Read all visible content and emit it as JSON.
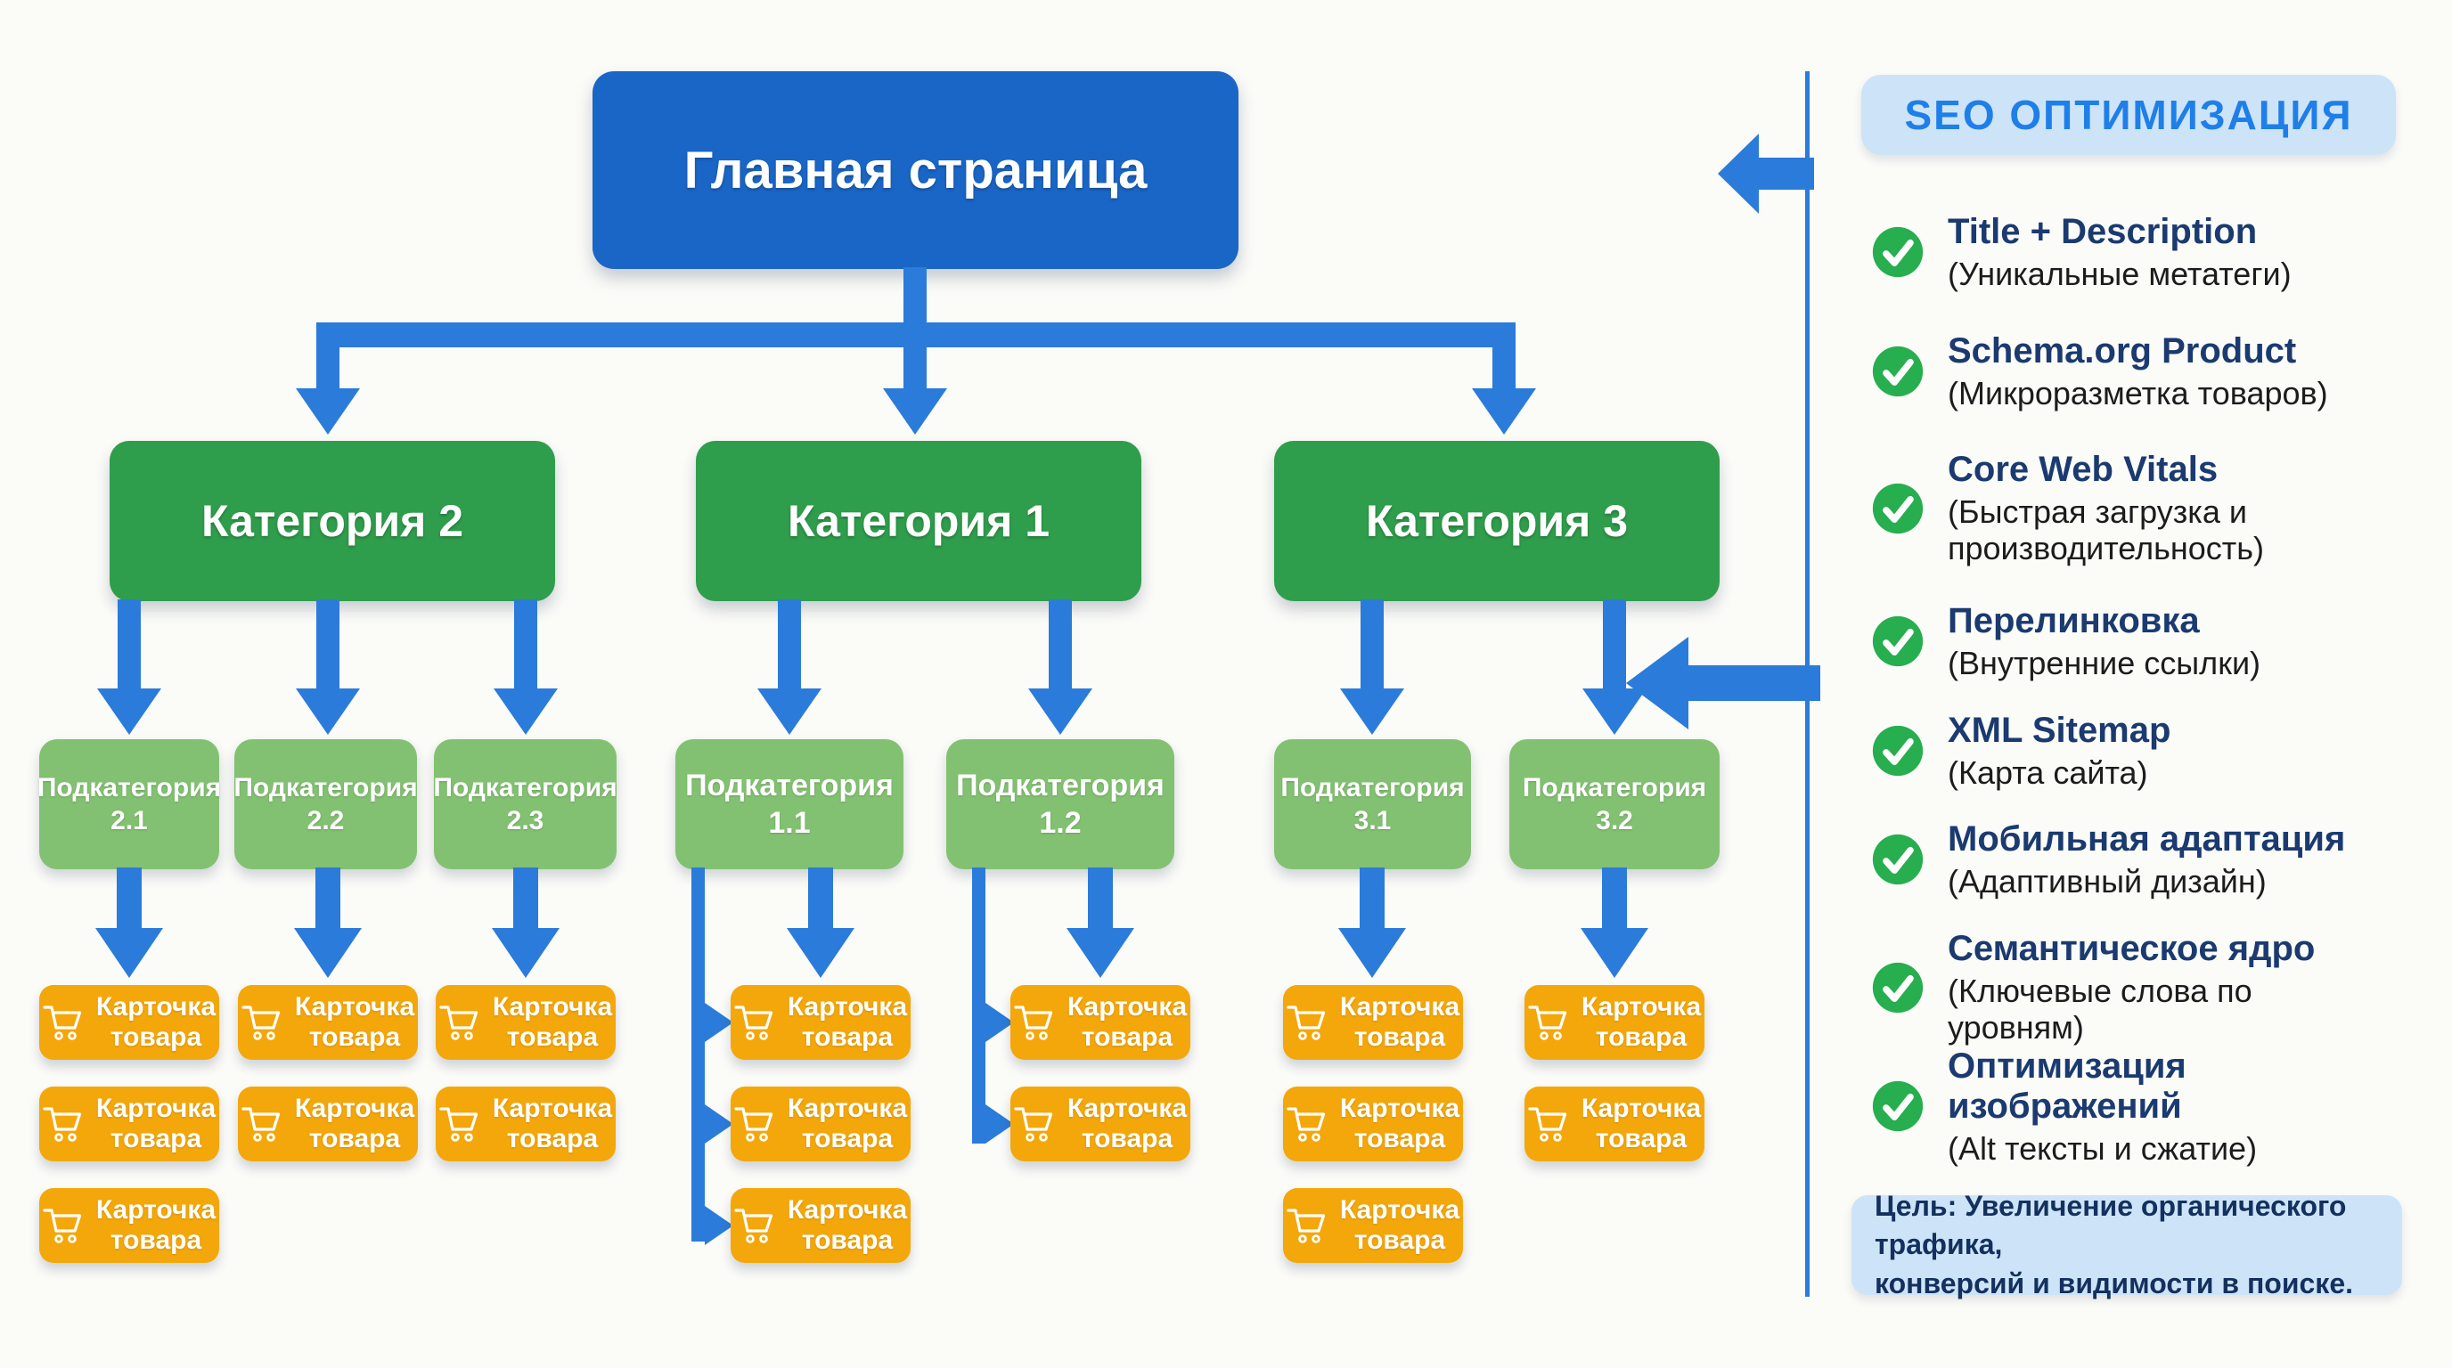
{
  "colors": {
    "root_box_blue": "#1a66c7",
    "arrow_blue": "#2b7bdb",
    "category_green": "#2f9e4c",
    "subcategory_green": "#83c172",
    "card_orange": "#f4a70a",
    "panel_light_blue": "#cde4f8",
    "seo_header_blue": "#1f7fe8",
    "item_title_navy": "#1a3a70",
    "check_green": "#27ae4f",
    "background": "#fbfbf8"
  },
  "diagram": {
    "root": {
      "label": "Главная страница"
    },
    "categories": [
      {
        "label": "Категория 2",
        "subcategories": [
          {
            "title": "Подкатегория",
            "code": "2.1",
            "cards": 3
          },
          {
            "title": "Подкатегория",
            "code": "2.2",
            "cards": 2
          },
          {
            "title": "Подкатегория",
            "code": "2.3",
            "cards": 2
          }
        ]
      },
      {
        "label": "Категория 1",
        "subcategories": [
          {
            "title": "Подкатегория",
            "code": "1.1",
            "cards": 3
          },
          {
            "title": "Подкатегория",
            "code": "1.2",
            "cards": 2
          }
        ]
      },
      {
        "label": "Категория 3",
        "subcategories": [
          {
            "title": "Подкатегория",
            "code": "3.1",
            "cards": 3
          },
          {
            "title": "Подкатегория",
            "code": "3.2",
            "cards": 2
          }
        ]
      }
    ],
    "product_card": {
      "line1": "Карточка",
      "line2": "товара"
    }
  },
  "seo_panel": {
    "header": "SEO ОПТИМИЗАЦИЯ",
    "items": [
      {
        "title": "Title + Description",
        "subtitle": "(Уникальные метатеги)"
      },
      {
        "title": "Schema.org Product",
        "subtitle": "(Микроразметка товаров)"
      },
      {
        "title": "Core Web Vitals",
        "subtitle": "(Быстрая загрузка и производительность)"
      },
      {
        "title": "Перелинковка",
        "subtitle": "(Внутренние ссылки)"
      },
      {
        "title": "XML Sitemap",
        "subtitle": "(Карта сайта)"
      },
      {
        "title": "Мобильная адаптация",
        "subtitle": "(Адаптивный дизайн)"
      },
      {
        "title": "Семантическое ядро",
        "subtitle": "(Ключевые слова по уровням)"
      },
      {
        "title": "Оптимизация изображений",
        "subtitle": "(Alt тексты и сжатие)"
      }
    ],
    "goal": {
      "prefix": "Цель:",
      "line1_rest": "Увеличение органического трафика,",
      "line2": "конверсий и видимости в поиске."
    }
  }
}
